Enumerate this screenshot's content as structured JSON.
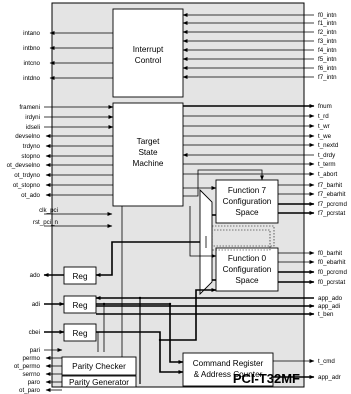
{
  "blocks": {
    "interrupt": [
      "Interrupt",
      "Control"
    ],
    "target": [
      "Target",
      "State",
      "Machine"
    ],
    "function7": [
      "Function 7",
      "Configuration",
      "Space"
    ],
    "function0": [
      "Function 0",
      "Configuration",
      "Space"
    ],
    "reg": "Reg",
    "parity_checker": "Parity Checker",
    "parity_generator": "Parity Generator",
    "command": [
      "Command Register",
      "& Address Counter"
    ]
  },
  "core_name": "PCI-T32MF",
  "left_signals": {
    "interrupts": [
      "intano",
      "intbno",
      "intcno",
      "intdno"
    ],
    "target": [
      "frameni",
      "irdyni",
      "idseli",
      "devselno",
      "trdyno",
      "stopno",
      "ot_devselno",
      "ot_trdyno",
      "ot_stopno",
      "ot_ado"
    ],
    "clocks": [
      "clk_pci",
      "rst_pci_n"
    ],
    "ado": "ado",
    "adi": "adi",
    "cbei": "cbei",
    "parity": [
      "pari",
      "permo",
      "ot_permo",
      "serrno",
      "paro",
      "ot_paro"
    ]
  },
  "right_signals": {
    "interrupts": [
      "f0_intn",
      "f1_intn",
      "f2_intn",
      "f3_intn",
      "f4_intn",
      "f5_intn",
      "f6_intn",
      "f7_intn"
    ],
    "target": [
      "fnum",
      "t_rd",
      "t_wr",
      "t_we",
      "t_nextd",
      "t_drdy",
      "t_term",
      "t_abort"
    ],
    "f7": [
      "f7_barhit",
      "f7_ebarhit",
      "f7_pcrcmd",
      "f7_pcrstat"
    ],
    "f0": [
      "f0_barhit",
      "f0_ebarhit",
      "f0_pcrcmd",
      "f0_pcrstat"
    ],
    "app": [
      "app_ado",
      "app_adi",
      "t_ben"
    ],
    "cmd": [
      "t_cmd",
      "app_adr"
    ]
  }
}
